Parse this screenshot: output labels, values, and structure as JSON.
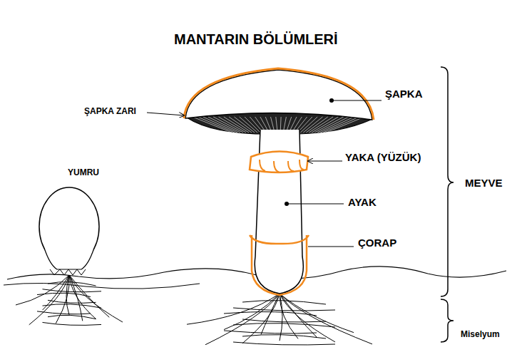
{
  "diagram": {
    "title": "MANTARIN BÖLÜMLERİ",
    "labels": [
      "ŞAPKA ZARI",
      "ŞAPKA",
      "YAKA (YÜZÜK)",
      "YUMRU",
      "AYAK",
      "ÇORAP",
      "MEYVE",
      "Miselyum"
    ]
  }
}
